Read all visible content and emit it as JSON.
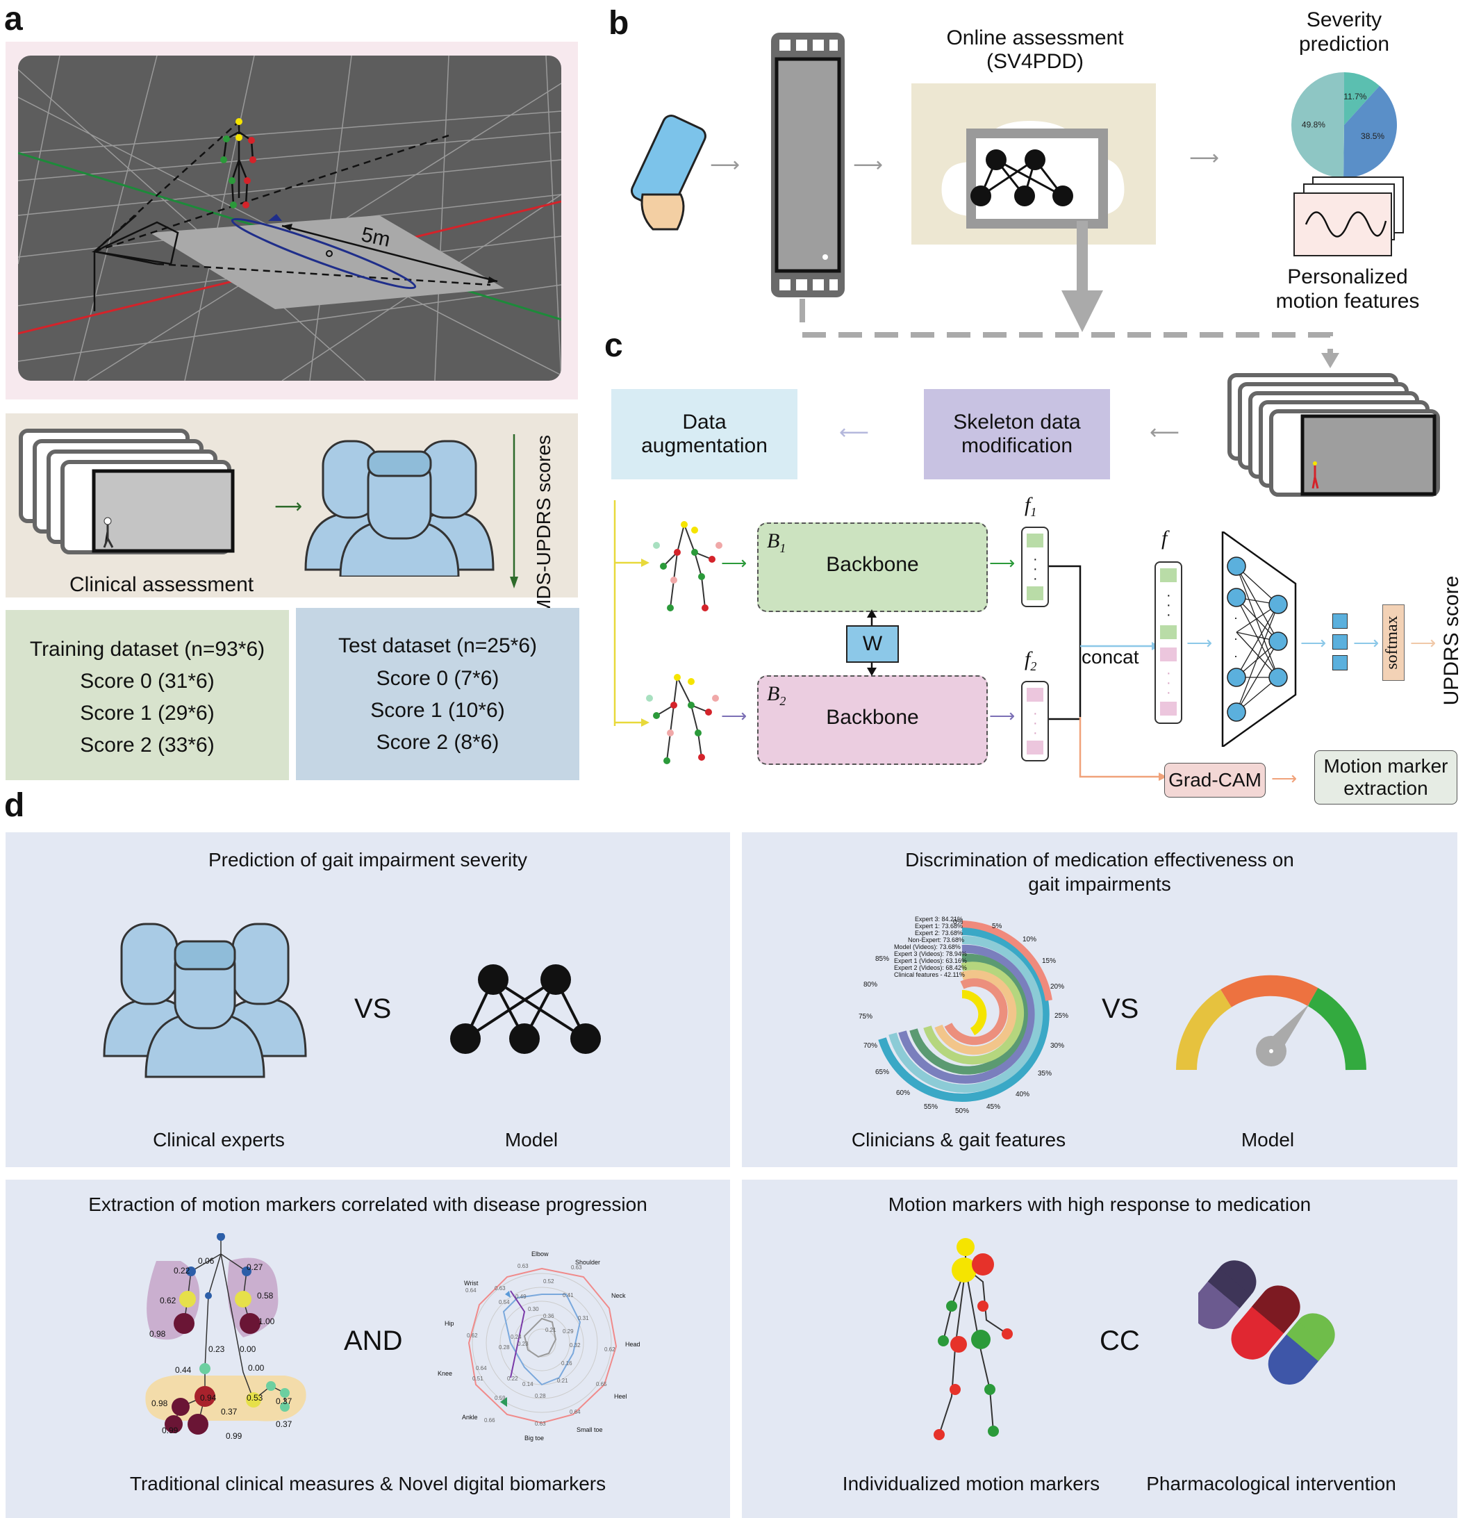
{
  "panel_labels": {
    "a": "a",
    "b": "b",
    "c": "c",
    "d": "d"
  },
  "panel_a": {
    "distance_label": "5m",
    "clinical_assessment": "Clinical assessment",
    "scores_label": "MDS-UPDRS scores",
    "training": {
      "title": "Training dataset (n=93*6)",
      "score0": "Score 0 (31*6)",
      "score1": "Score 1 (29*6)",
      "score2": "Score 2 (33*6)"
    },
    "test": {
      "title": "Test dataset (n=25*6)",
      "score0": "Score 0 (7*6)",
      "score1": "Score 1 (10*6)",
      "score2": "Score 2 (8*6)"
    }
  },
  "panel_b": {
    "online_line1": "Online assessment",
    "online_line2": "(SV4PDD)",
    "severity_line1": "Severity",
    "severity_line2": "prediction",
    "pie": [
      {
        "label": "11.7%",
        "value": 11.7,
        "color": "#5bbfb0"
      },
      {
        "label": "38.5%",
        "value": 38.5,
        "color": "#5a8fc8"
      },
      {
        "label": "49.8%",
        "value": 49.8,
        "color": "#8ec6c4"
      }
    ],
    "features_line1": "Personalized",
    "features_line2": "motion features"
  },
  "panel_c": {
    "data_aug_line1": "Data",
    "data_aug_line2": "augmentation",
    "skeleton_line1": "Skeleton data",
    "skeleton_line2": "modification",
    "b1": "B",
    "b1_sub": "1",
    "b2": "B",
    "b2_sub": "2",
    "backbone": "Backbone",
    "w": "W",
    "f1": "f",
    "f1_sub": "1",
    "f2": "f",
    "f2_sub": "2",
    "f": "f",
    "concat": "concat",
    "softmax": "softmax",
    "updrs": "UPDRS score",
    "gradcam": "Grad-CAM",
    "motion_marker_line1": "Motion marker",
    "motion_marker_line2": "extraction"
  },
  "panel_d": {
    "q1": {
      "title": "Prediction of gait impairment severity",
      "left": "Clinical experts",
      "vs": "VS",
      "right": "Model"
    },
    "q2": {
      "title_line1": "Discrimination of medication effectiveness on",
      "title_line2": "gait impairments",
      "left": "Clinicians & gait features",
      "vs": "VS",
      "right": "Model",
      "legend": [
        "Expert 3: 84.21%",
        "Expert 1: 73.68%",
        "Expert 2: 73.68%",
        "Non-Expert: 73.68%",
        "Model (Videos): 73.68%",
        "Expert 3 (Videos): 78.94%",
        "Expert 1 (Videos): 63.16%",
        "Expert 2 (Videos): 68.42%",
        "Clinical features - 42.11%"
      ],
      "ticks": [
        "0%",
        "5%",
        "10%",
        "15%",
        "20%",
        "25%",
        "30%",
        "35%",
        "40%",
        "45%",
        "50%",
        "55%",
        "60%",
        "65%",
        "70%",
        "75%",
        "80%",
        "85%"
      ]
    },
    "q3": {
      "title": "Extraction of motion markers correlated with disease progression",
      "and": "AND",
      "bottom": "Traditional clinical measures & Novel digital biomarkers",
      "tree_values": [
        "0.22",
        "0.06",
        "0.27",
        "0.62",
        "0.58",
        "1.00",
        "0.98",
        "0.23",
        "0.00",
        "0.44",
        "0.00",
        "0.98",
        "0.94",
        "0.37",
        "0.53",
        "0.37",
        "0.99",
        "0.99",
        "0.37"
      ],
      "radar_labels": [
        "Elbow",
        "Shoulder",
        "Neck",
        "Head",
        "Heel",
        "Small toe",
        "Big toe",
        "Ankle",
        "Knee",
        "Hip",
        "Wrist"
      ],
      "radar_values": [
        "0.63",
        "0.52",
        "0.49",
        "0.41",
        "0.36",
        "0.30",
        "0.63",
        "0.31",
        "0.21",
        "0.29",
        "0.32",
        "0.62",
        "0.16",
        "0.65",
        "0.21",
        "0.64",
        "0.28",
        "0.63",
        "0.59",
        "0.66",
        "0.22",
        "0.14",
        "0.51",
        "0.64",
        "0.28",
        "0.23",
        "0.24",
        "0.62",
        "0.54",
        "0.64",
        "0.63"
      ]
    },
    "q4": {
      "title": "Motion markers with high response to medication",
      "cc": "CC",
      "left": "Individualized motion markers",
      "right": "Pharmacological intervention"
    }
  }
}
